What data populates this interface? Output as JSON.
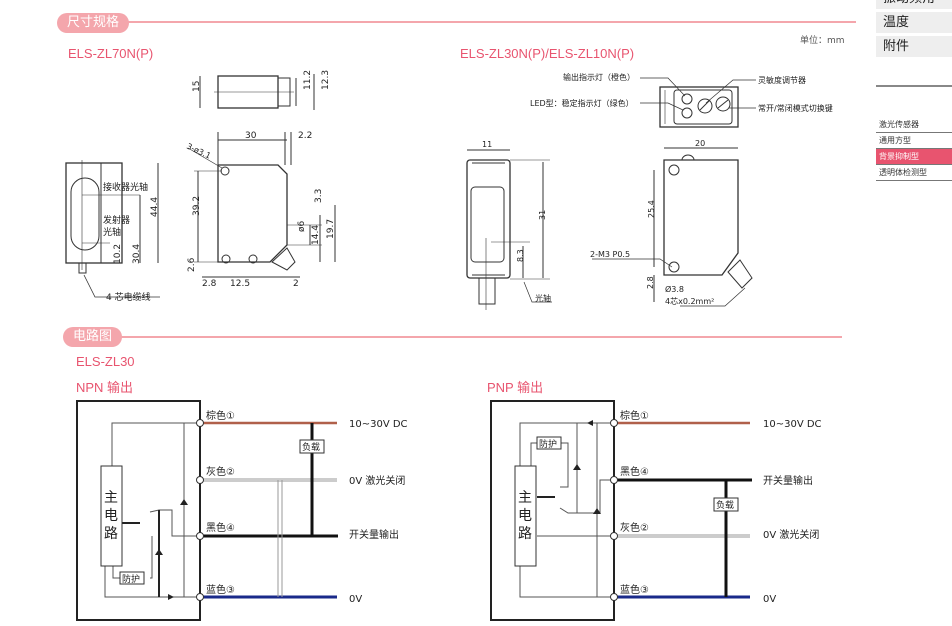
{
  "sidebar": {
    "top_items": [
      {
        "label": "振动频角"
      },
      {
        "label": "温度"
      },
      {
        "label": "附件"
      }
    ],
    "category": "激光传感器",
    "sub_items": [
      {
        "label": "通用方型",
        "active": false
      },
      {
        "label": "背景抑制型",
        "active": true
      },
      {
        "label": "透明体检测型",
        "active": false
      }
    ]
  },
  "dimensions": {
    "section_title": "尺寸规格",
    "unit": "单位：mm",
    "model_left": "ELS-ZL70N(P)",
    "model_right": "ELS-ZL30N(P)/ELS-ZL10N(P)",
    "left_dims": [
      "15",
      "11.2",
      "12.3",
      "30",
      "2.2",
      "3-ø3.1",
      "39.2",
      "2.6",
      "2.8",
      "12.5",
      "2",
      "3.3",
      "ø6",
      "14.4",
      "19.7",
      "44.4",
      "30.4",
      "10.2"
    ],
    "left_labels": {
      "receiver": "接收器光轴",
      "emitter1": "发射器",
      "emitter2": "光轴",
      "cable": "4 芯电缆线"
    },
    "right_labels": {
      "output_led": "输出指示灯（橙色）",
      "stable_led": "LED型：稳定指示灯（绿色）",
      "sensitivity": "灵敏度调节器",
      "mode_switch": "常开/常闭模式切换键",
      "axis": "光轴",
      "screw": "2-M3  P0.5",
      "cable1": "Ø3.8",
      "cable2": "4芯x0.2mm²"
    },
    "right_dims": [
      "11",
      "31",
      "8.3",
      "20",
      "25.4",
      "2.8"
    ]
  },
  "circuit": {
    "section_title": "电路图",
    "model": "ELS-ZL30",
    "npn": {
      "title": "NPN 输出",
      "main": [
        "主",
        "电",
        "路"
      ],
      "protect": "防护",
      "load": "负载",
      "wires": [
        {
          "label": "棕色①",
          "signal": "10~30V DC",
          "color": "#b0604a"
        },
        {
          "label": "灰色②",
          "signal": "0V 激光关闭",
          "color": "#999999"
        },
        {
          "label": "黑色④",
          "signal": "开关量输出",
          "color": "#111111"
        },
        {
          "label": "蓝色③",
          "signal": "0V",
          "color": "#1a2a8a"
        }
      ]
    },
    "pnp": {
      "title": "PNP 输出",
      "main": [
        "主",
        "电",
        "路"
      ],
      "protect": "防护",
      "load": "负载",
      "wires": [
        {
          "label": "棕色①",
          "signal": "10~30V DC",
          "color": "#b0604a"
        },
        {
          "label": "黑色④",
          "signal": "开关量输出",
          "color": "#111111"
        },
        {
          "label": "灰色②",
          "signal": "0V 激光关闭",
          "color": "#999999"
        },
        {
          "label": "蓝色③",
          "signal": "0V",
          "color": "#1a2a8a"
        }
      ]
    }
  }
}
